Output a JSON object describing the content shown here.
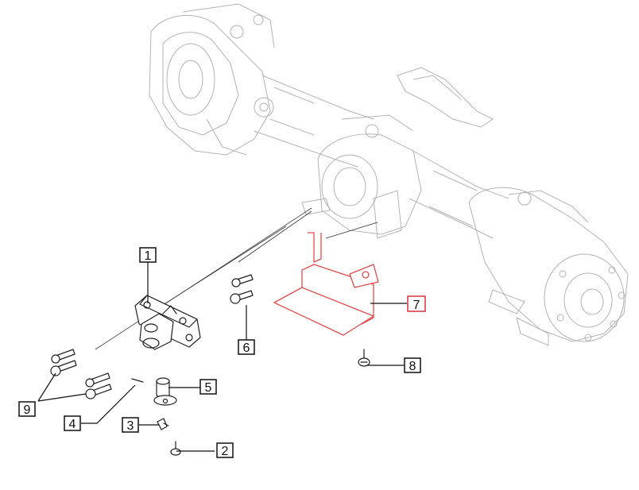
{
  "diagram": {
    "highlight_color": "#e34a4a",
    "callouts": [
      "1",
      "2",
      "3",
      "4",
      "5",
      "6",
      "7",
      "8",
      "9"
    ],
    "selected_callout": "7"
  }
}
